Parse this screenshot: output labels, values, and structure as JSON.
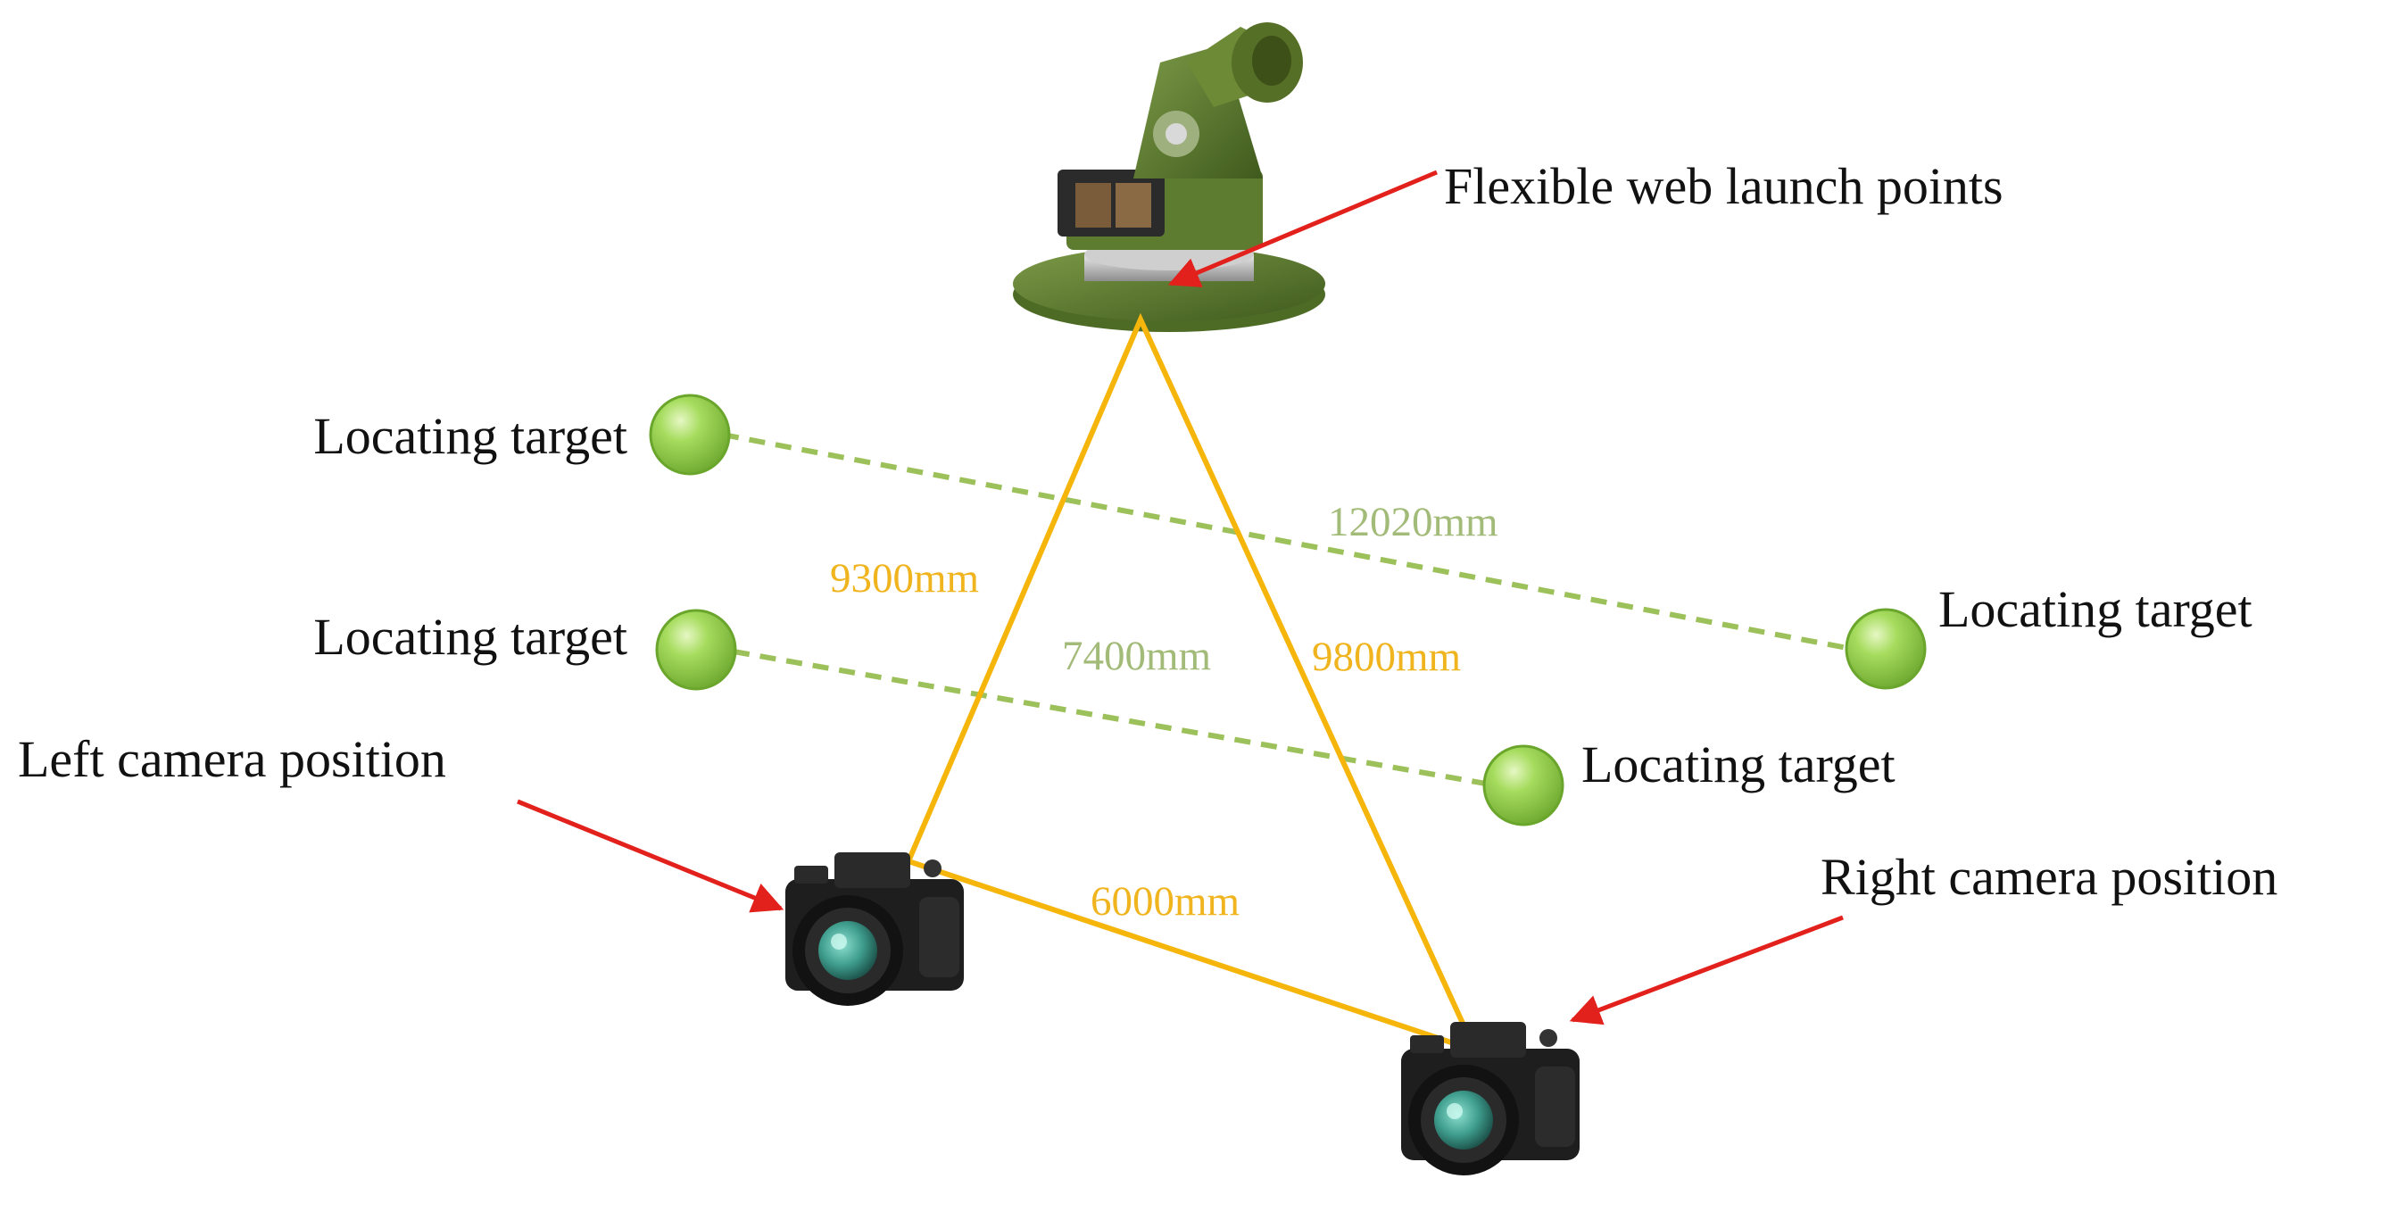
{
  "colors": {
    "background": "#ffffff",
    "triangle": "#f5b50a",
    "triangle_label": "#f0b41e",
    "dashed_line": "#9dc15a",
    "dashed_label": "#a3bb79",
    "target_fill": "#8fd14a",
    "arrow": "#e3211c",
    "launcher": "#5b7a2e",
    "camera": "#1e1e1e",
    "lens_glass": "#3f9e8e"
  },
  "labels": {
    "launcher": "Flexible web launch points",
    "target_top_left": "Locating target",
    "target_mid_left": "Locating target",
    "target_right_upper": "Locating target",
    "target_right_lower": "Locating target",
    "left_camera": "Left camera position",
    "right_camera": "Right camera position"
  },
  "dimensions": {
    "launcher_to_left_camera": "9300mm",
    "launcher_to_right_camera": "9800mm",
    "left_to_right_camera": "6000mm",
    "upper_target_span": "12020mm",
    "lower_target_span": "7400mm"
  },
  "icons": {
    "launcher": "turret-launcher-icon",
    "left_camera": "camera-icon",
    "right_camera": "camera-icon",
    "target": "sphere-target-icon"
  }
}
